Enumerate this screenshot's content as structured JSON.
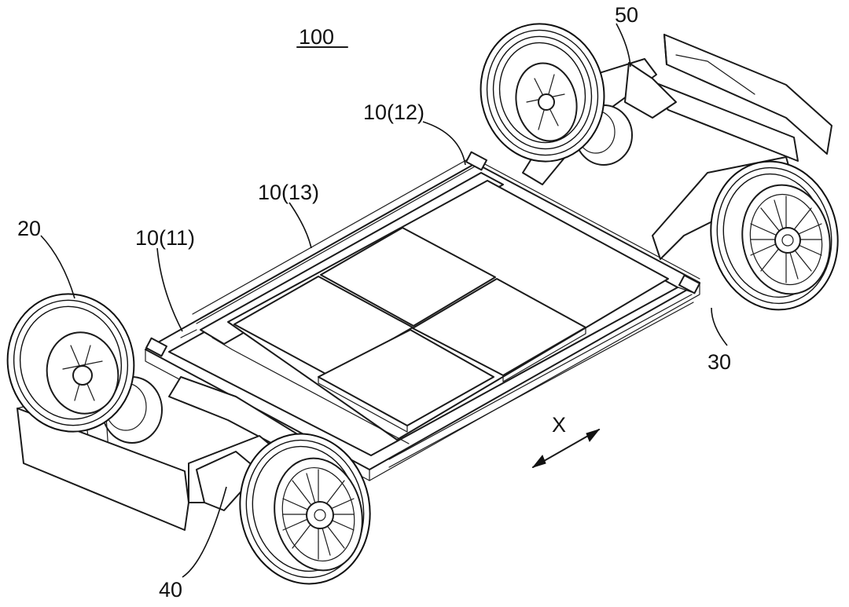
{
  "figure": {
    "title_ref": "100",
    "labels": {
      "front_wheel": "20",
      "rear_wheel": "30",
      "front_suspension": "40",
      "rear_suspension": "50",
      "battery_frame_front": "10(11)",
      "battery_frame_rear": "10(12)",
      "battery_frame_side": "10(13)",
      "direction": "X"
    }
  }
}
